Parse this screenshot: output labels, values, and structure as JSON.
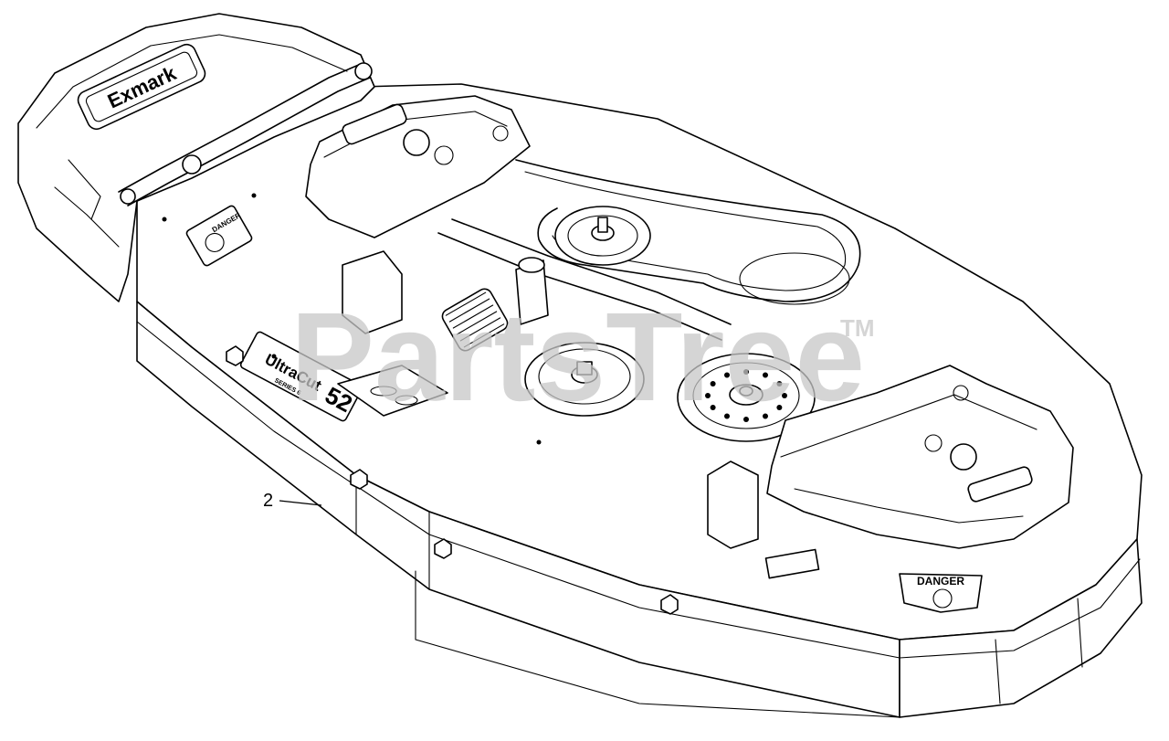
{
  "diagram": {
    "callouts": [
      {
        "label": "2"
      }
    ],
    "watermark": {
      "text": "PartsTree",
      "trademark": "TM"
    },
    "decals": {
      "brand": "Exmark",
      "model_line": "UltraCut",
      "model_number": "52",
      "series_tag": "SERIES 6",
      "warning_left": "DANGER",
      "warning_right": "DANGER"
    },
    "colors": {
      "line": "#000000",
      "background": "#ffffff",
      "watermark": "#c8c8c8"
    }
  }
}
